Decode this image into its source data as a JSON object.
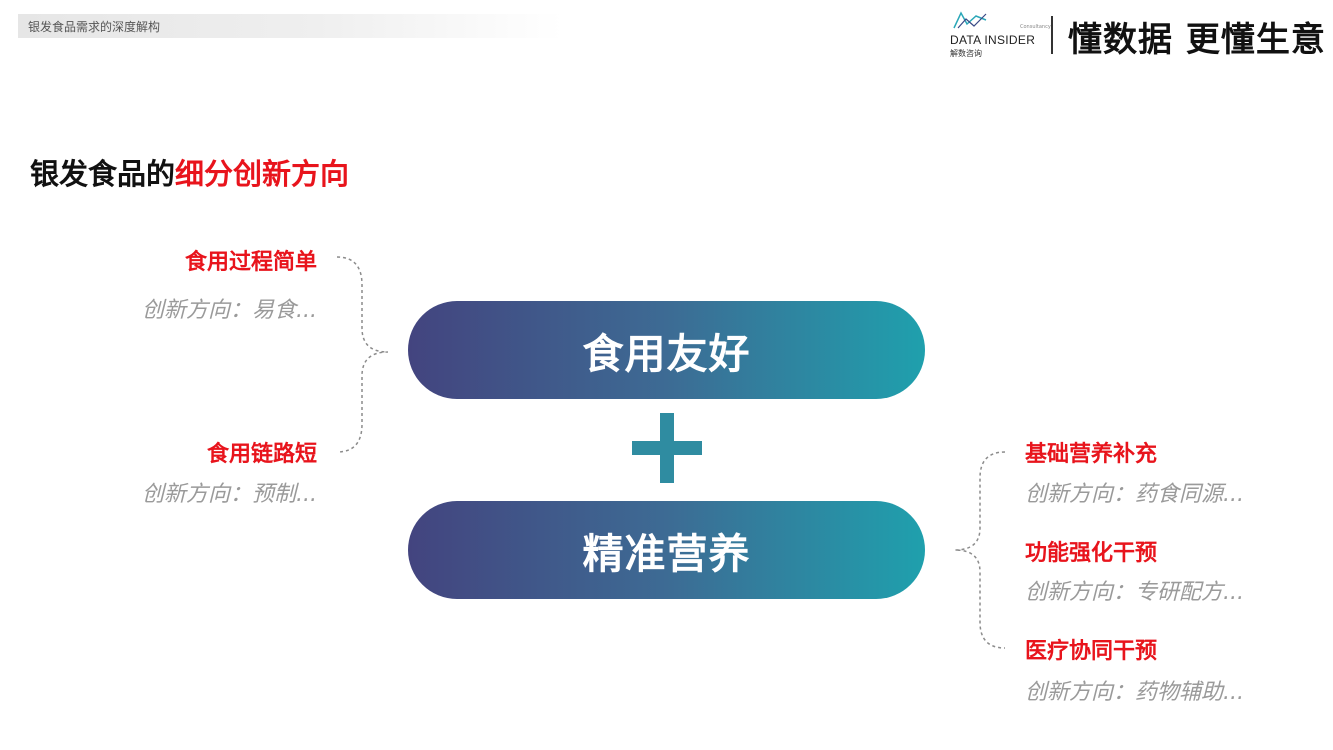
{
  "header": {
    "breadcrumb": "银发食品需求的深度解构",
    "logo_brand": "DATA INSIDER",
    "logo_small": "Consultancy",
    "logo_cn": "解数咨询",
    "slogan": "懂数据 更懂生意"
  },
  "title": {
    "prefix": "银发食品的",
    "accent": "细分创新方向"
  },
  "pills": {
    "top": "食用友好",
    "bottom": "精准营养"
  },
  "left_items": [
    {
      "label": "食用过程简单",
      "desc": "创新方向：易食..."
    },
    {
      "label": "食用链路短",
      "desc": "创新方向：预制..."
    }
  ],
  "right_items": [
    {
      "label": "基础营养补充",
      "desc": "创新方向：药食同源..."
    },
    {
      "label": "功能强化干预",
      "desc": "创新方向：专研配方..."
    },
    {
      "label": "医疗协同干预",
      "desc": "创新方向：药物辅助..."
    }
  ],
  "colors": {
    "accent_red": "#e8141c",
    "pill_start": "#43447f",
    "pill_end": "#1fa0ad",
    "plus": "#2f8ca1",
    "desc_grey": "#9a9a9a"
  }
}
